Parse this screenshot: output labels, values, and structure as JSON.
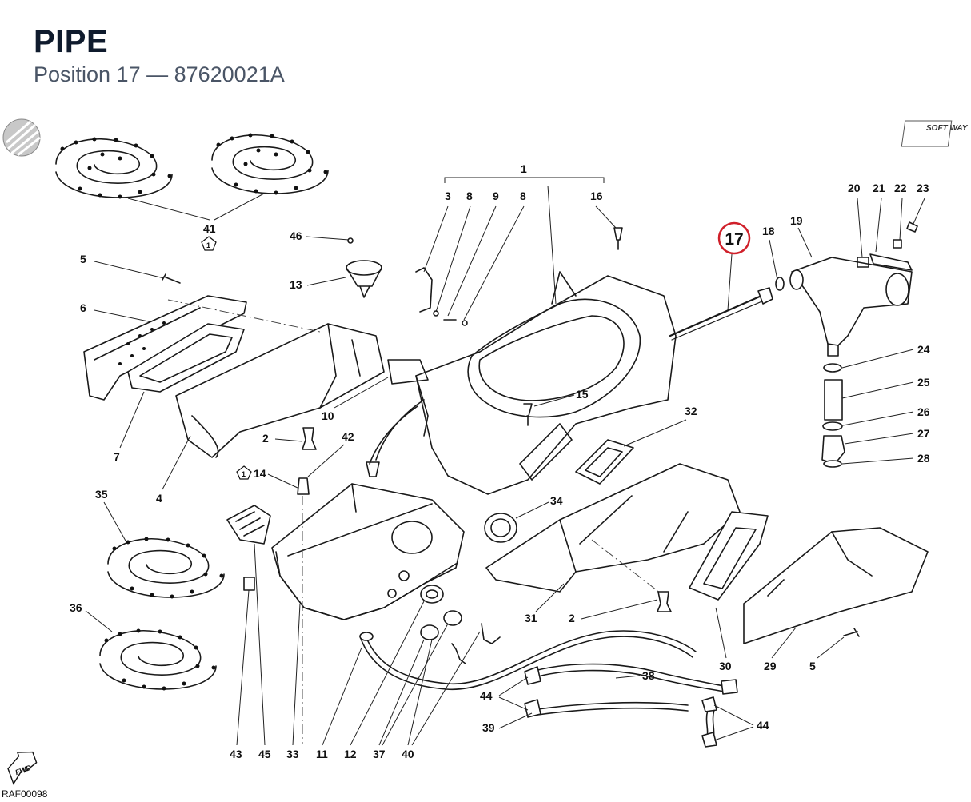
{
  "header": {
    "title": "PIPE",
    "subtitle": "Position 17 — 87620021A"
  },
  "diagram": {
    "highlight": {
      "label": "17",
      "color": "#d0202a"
    },
    "brand_mark": "SOFT WAY",
    "orientation_label": "FWD",
    "drawing_code": "RAF00098",
    "labels": {
      "p1": "1",
      "p3": "3",
      "p8a": "8",
      "p9": "9",
      "p8b": "8",
      "p16": "16",
      "p18": "18",
      "p19": "19",
      "p20": "20",
      "p21": "21",
      "p22": "22",
      "p23": "23",
      "p24": "24",
      "p25": "25",
      "p26": "26",
      "p27": "27",
      "p28": "28",
      "p41": "41",
      "p46": "46",
      "p13": "13",
      "p5a": "5",
      "p6": "6",
      "p7": "7",
      "p4": "4",
      "p10": "10",
      "p2a": "2",
      "p42": "42",
      "p14": "14",
      "p15": "15",
      "p32": "32",
      "p34": "34",
      "p35": "35",
      "p36": "36",
      "p31": "31",
      "p2b": "2",
      "p30": "30",
      "p29": "29",
      "p5b": "5",
      "p38": "38",
      "p44a": "44",
      "p39": "39",
      "p44b": "44",
      "p43": "43",
      "p45": "45",
      "p33": "33",
      "p11": "11",
      "p12": "12",
      "p37": "37",
      "p40": "40"
    }
  }
}
